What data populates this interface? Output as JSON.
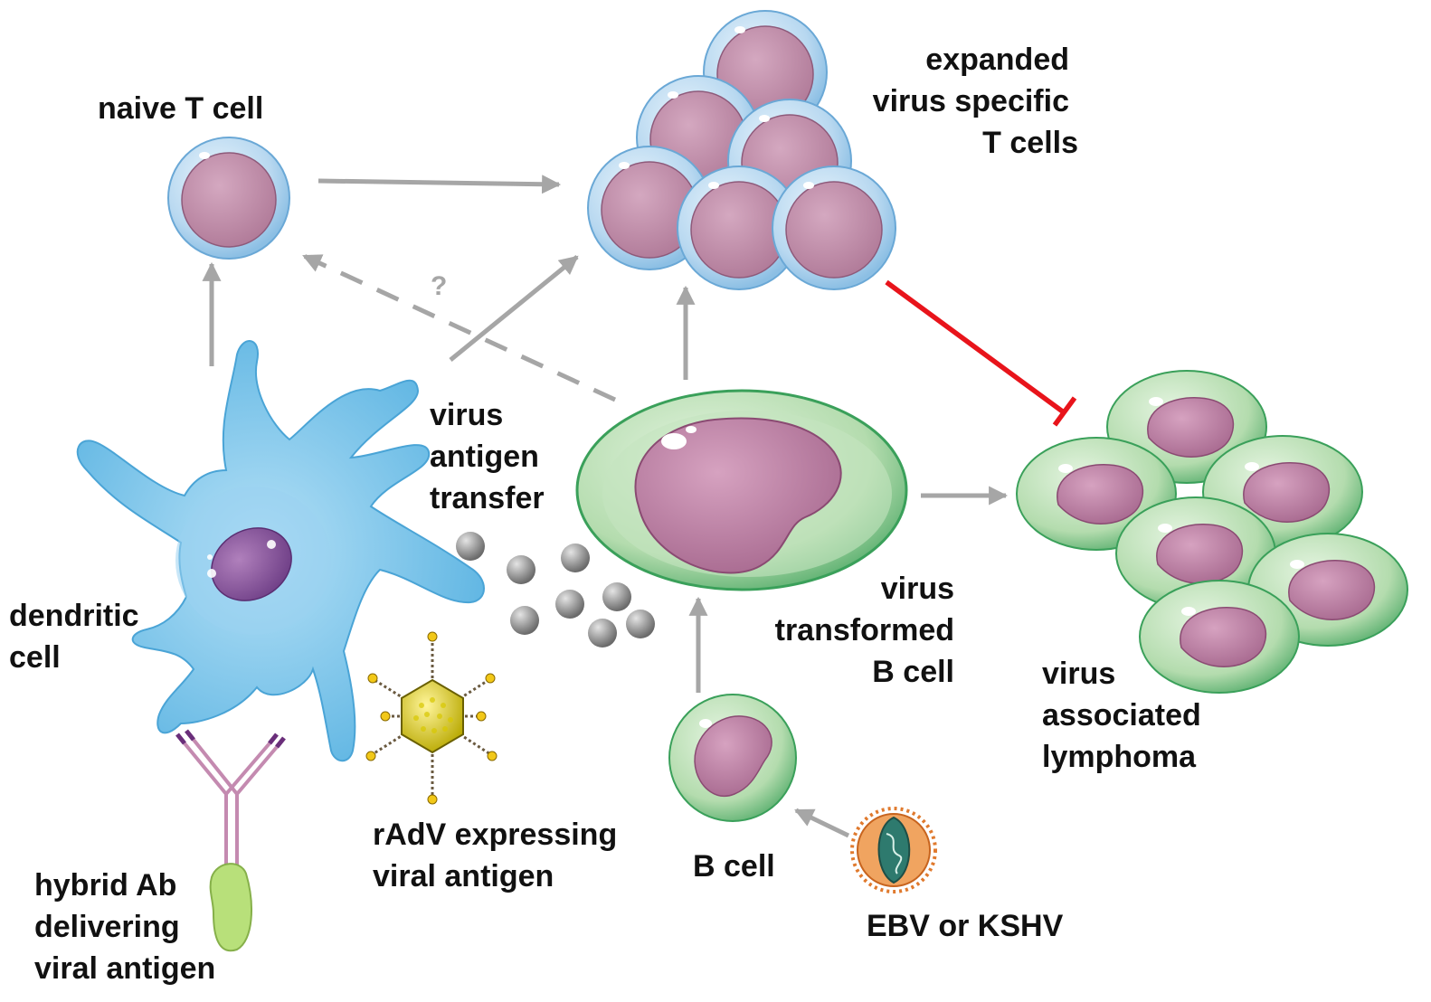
{
  "labels": {
    "naive_t_cell": "naive T cell",
    "expanded": [
      "expanded",
      "virus specific",
      "T cells"
    ],
    "antigen_transfer": [
      "virus",
      "antigen",
      "transfer"
    ],
    "dendritic_cell": [
      "dendritic",
      "cell"
    ],
    "transformed_b": [
      "virus",
      "transformed",
      "B cell"
    ],
    "lymphoma": [
      "virus",
      "associated",
      "lymphoma"
    ],
    "radv": [
      "rAdV expressing",
      "viral antigen"
    ],
    "b_cell": "B cell",
    "ebv": "EBV or KSHV",
    "hybrid_ab": [
      "hybrid Ab",
      "delivering",
      "viral antigen"
    ],
    "question": "?"
  },
  "colors": {
    "arrow": "#a6a6a6",
    "inhibition": "#e8141b",
    "t_cell_membrane": "#bcdcf2",
    "t_cell_nucleus": "#c89ab2",
    "b_cell_cytoplasm": "#b6dcb2",
    "b_cell_nucleus": "#c386a8",
    "dendritic": "#7ec6ea",
    "dendritic_nucleus": "#8c5a9e",
    "virus_particle": "#f2e422",
    "antigen_sphere": "#9a9a9a",
    "ebv_capsule": "#e07a2e",
    "antibody_fragment": "#b8e07a"
  }
}
